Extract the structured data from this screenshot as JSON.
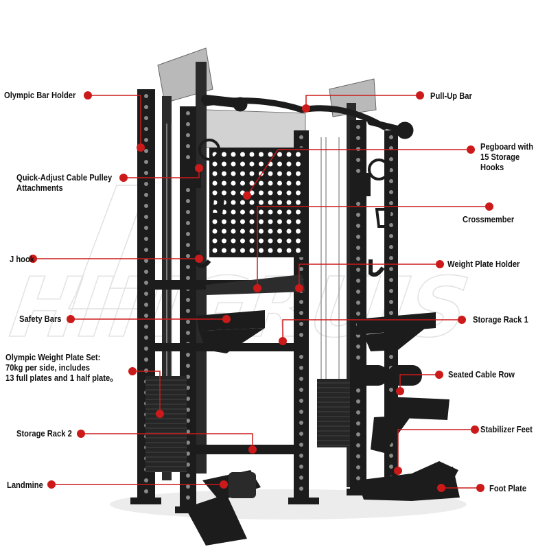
{
  "colors": {
    "callout": "#cc1a1a",
    "frame": "#1c1c1c",
    "frame_light": "#3a3a3a",
    "steel": "#b9b9b9",
    "watermark": "#c9c9c9"
  },
  "watermark": {
    "text": "HINGRUIS"
  },
  "labels": {
    "olympic_bar_holder": "Olympic Bar Holder",
    "quick_adjust": "Quick-Adjust Cable Pulley\nAttachments",
    "j_hook": "J hook",
    "safety_bars": "Safety Bars",
    "olympic_weight_plate_set": "Olympic Weight Plate Set:\n70kg per side, includes\n13 full plates and 1 half plate。",
    "storage_rack_2": "Storage Rack 2",
    "landmine": "Landmine",
    "pull_up_bar": "Pull-Up Bar",
    "pegboard": "Pegboard with\n15 Storage Hooks",
    "crossmember": "Crossmember",
    "weight_plate_holder": "Weight Plate Holder",
    "storage_rack_1": "Storage Rack 1",
    "seated_cable_row": "Seated Cable Row",
    "stabilizer_feet": "Stabilizer Feet",
    "foot_plate": "Foot Plate"
  }
}
